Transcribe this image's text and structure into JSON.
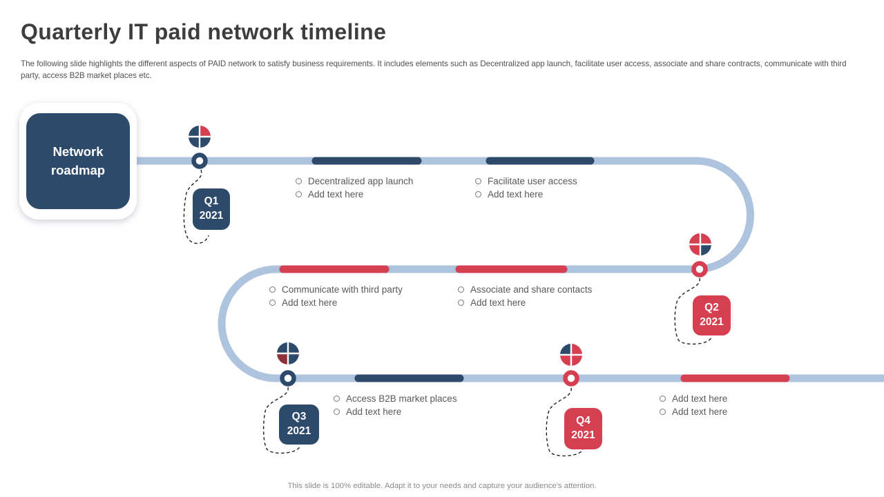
{
  "slide": {
    "title": "Quarterly IT paid network timeline",
    "description": "The following slide highlights the different aspects of PAID network to satisfy business requirements. It includes elements such as Decentralized app launch, facilitate user access, associate and share contracts, communicate with third party, access B2B market places etc.",
    "footer": "This slide is 100% editable. Adapt it to your needs and capture your audience's attention."
  },
  "roadmap_label": "Network roadmap",
  "colors": {
    "navy": "#2e4a6b",
    "red": "#d63f50",
    "dark_red": "#8e3038",
    "track": "#aec3dd",
    "text_gray": "#595959"
  },
  "icons": [
    "quadrant-pie-icon-q1",
    "quadrant-pie-icon-q2",
    "quadrant-pie-icon-q3",
    "quadrant-pie-icon-q4"
  ],
  "quarters": [
    {
      "label": "Q1",
      "year": "2021",
      "color": "#2e4a6b"
    },
    {
      "label": "Q2",
      "year": "2021",
      "color": "#d63f50"
    },
    {
      "label": "Q3",
      "year": "2021",
      "color": "#2e4a6b"
    },
    {
      "label": "Q4",
      "year": "2021",
      "color": "#d63f50"
    }
  ],
  "milestones": [
    {
      "items": [
        "Decentralized app launch",
        "Add text here"
      ]
    },
    {
      "items": [
        "Facilitate user access",
        "Add text here"
      ]
    },
    {
      "items": [
        "Communicate with third party",
        "Add text here"
      ]
    },
    {
      "items": [
        "Associate and share contacts",
        "Add text here"
      ]
    },
    {
      "items": [
        "Access B2B market places",
        "Add text here"
      ]
    },
    {
      "items": [
        "Add text here",
        "Add text here"
      ]
    }
  ]
}
